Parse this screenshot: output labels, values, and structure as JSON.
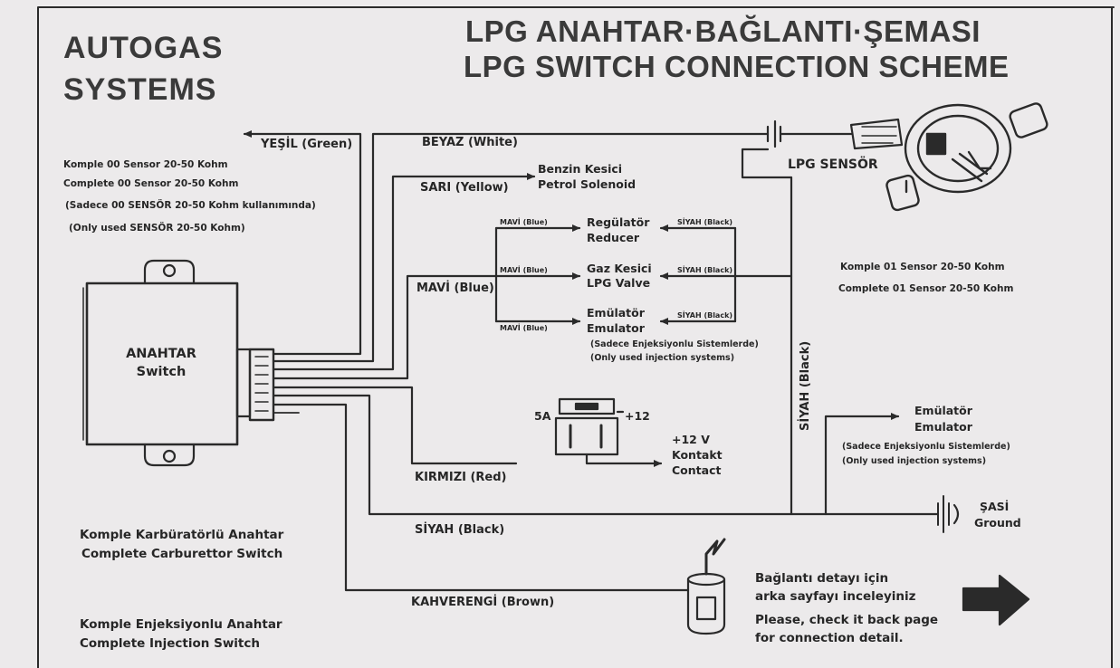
{
  "brand": {
    "line1": "AUTOGAS",
    "line2": "SYSTEMS"
  },
  "title": {
    "line1": "LPG ANAHTAR·BAĞLANTI·ŞEMASI",
    "line2": "LPG SWITCH  CONNECTION SCHEME"
  },
  "left_notes": {
    "l1": "Komple 00 Sensor 20-50 Kohm",
    "l2": "Complete 00 Sensor 20-50 Kohm",
    "l3": "(Sadece 00 SENSÖR 20-50 Kohm kullanımında)",
    "l4": "(Only used SENSÖR 20-50 Kohm)"
  },
  "right_notes": {
    "l1": "Komple 01 Sensor 20-50 Kohm",
    "l2": "Complete 01 Sensor 20-50 Kohm"
  },
  "wires": {
    "yesil": "YEŞİL (Green)",
    "beyaz": "BEYAZ (White)",
    "sari": "SARI (Yellow)",
    "mavi": "MAVİ (Blue)",
    "kirmizi": "KIRMIZI (Red)",
    "siyah_bottom": "SİYAH (Black)",
    "siyah_vertical": "SİYAH (Black)",
    "kahverengi": "KAHVERENGİ (Brown)"
  },
  "small_wire_labels": {
    "left1": "MAVİ (Blue)",
    "left2": "MAVİ (Blue)",
    "left3": "MAVİ (Blue)",
    "right1": "SİYAH (Black)",
    "right2": "SİYAH (Black)",
    "right3": "SİYAH (Black)"
  },
  "components": {
    "benzin_l1": "Benzin Kesici",
    "benzin_l2": "Petrol Solenoid",
    "regulator_l1": "Regülatör",
    "regulator_l2": "Reducer",
    "gazkesici_l1": "Gaz Kesici",
    "gazkesici_l2": "LPG Valve",
    "emulator_l1": "Emülatör",
    "emulator_l2": "Emulator",
    "emulator_note1": "(Sadece Enjeksiyonlu Sistemlerde)",
    "emulator_note2": "(Only used injection systems)",
    "fuse_current": "5A",
    "fuse_voltage": "+12",
    "contact_l1": "+12 V",
    "contact_l2": "Kontakt",
    "contact_l3": "Contact",
    "lpg_sensor": "LPG SENSÖR",
    "right_emulator_l1": "Emülatör",
    "right_emulator_l2": "Emulator",
    "right_emulator_note1": "(Sadece Enjeksiyonlu Sistemlerde)",
    "right_emulator_note2": "(Only used injection systems)",
    "ground_l1": "ŞASİ",
    "ground_l2": "Ground"
  },
  "switch": {
    "line1": "ANAHTAR",
    "line2": "Switch"
  },
  "bottom_left": {
    "carb_l1": "Komple Karbüratörlü Anahtar",
    "carb_l2": "Complete Carburettor Switch",
    "inj_l1": "Komple Enjeksiyonlu Anahtar",
    "inj_l2": "Complete Injection Switch"
  },
  "bottom_note": {
    "tr1": "Bağlantı detayı için",
    "tr2": "arka sayfayı inceleyiniz",
    "en1": "Please, check it back page",
    "en2": "for connection detail."
  }
}
